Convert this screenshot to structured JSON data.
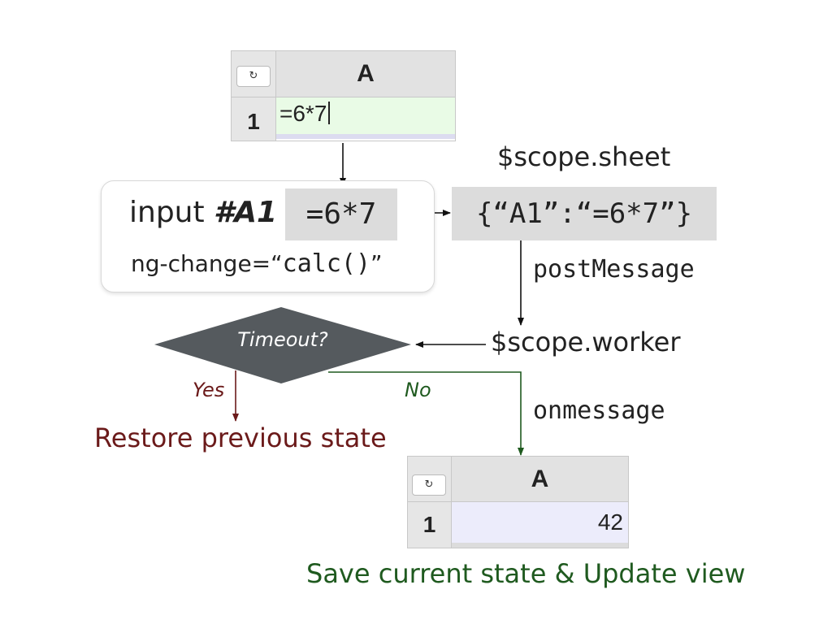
{
  "top_sheet": {
    "corner_icon": "refresh-icon",
    "corner_glyph": "↻",
    "column_header": "A",
    "row_header": "1",
    "cell_value": "=6*7",
    "cell_bg": "#e9fbe6"
  },
  "input_box": {
    "label_prefix": "input ",
    "label_id": "#A1",
    "value": "=6*7",
    "ng_prefix": "ng-change=“",
    "ng_call": "calc()",
    "ng_suffix": "”"
  },
  "scope_sheet": {
    "label": "$scope.sheet",
    "value": "{“A1”:“=6*7”}"
  },
  "post_message_label": "postMessage",
  "scope_worker_label": "$scope.worker",
  "decision": {
    "text": "Timeout?",
    "fill": "#555a5e",
    "yes_label": "Yes",
    "no_label": "No",
    "yes_color": "#6b1a1a",
    "no_color": "#1f5a1f"
  },
  "restore_label": "Restore previous state",
  "onmessage_label": "onmessage",
  "bottom_sheet": {
    "corner_icon": "refresh-icon",
    "corner_glyph": "↻",
    "column_header": "A",
    "row_header": "1",
    "cell_value": "42",
    "cell_bg": "#ececfb"
  },
  "save_label": "Save current state & Update view"
}
